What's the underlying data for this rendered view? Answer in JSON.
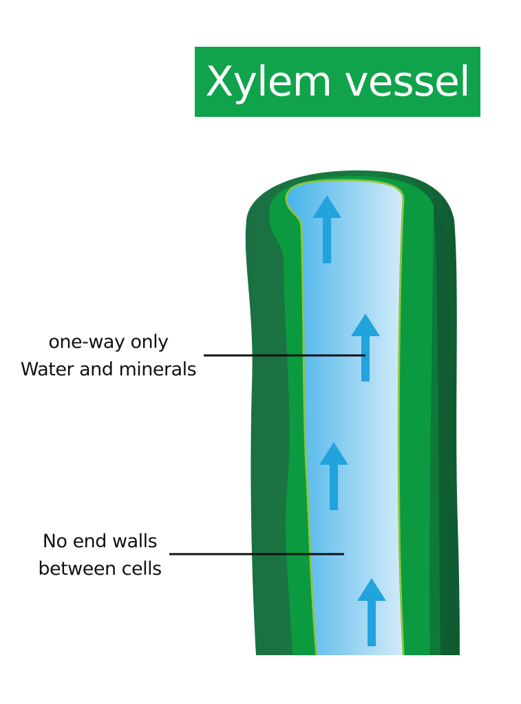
{
  "title": "Xylem vessel",
  "labels": {
    "flow_line1": "one-way only",
    "flow_line2": "Water and minerals",
    "walls_line1": "No end walls",
    "walls_line2": "between cells"
  },
  "colors": {
    "title_bg": "#10a34b",
    "outer_wall_left": "#1b7042",
    "outer_wall_right": "#0f5a31",
    "inner_wall": "#0b9a3f",
    "vessel_border": "#8cc63f",
    "water_dark": "#45b3ea",
    "water_light": "#d3ebf9",
    "arrow": "#22a3dd"
  },
  "arrows": {
    "count": 4,
    "direction": "up"
  }
}
